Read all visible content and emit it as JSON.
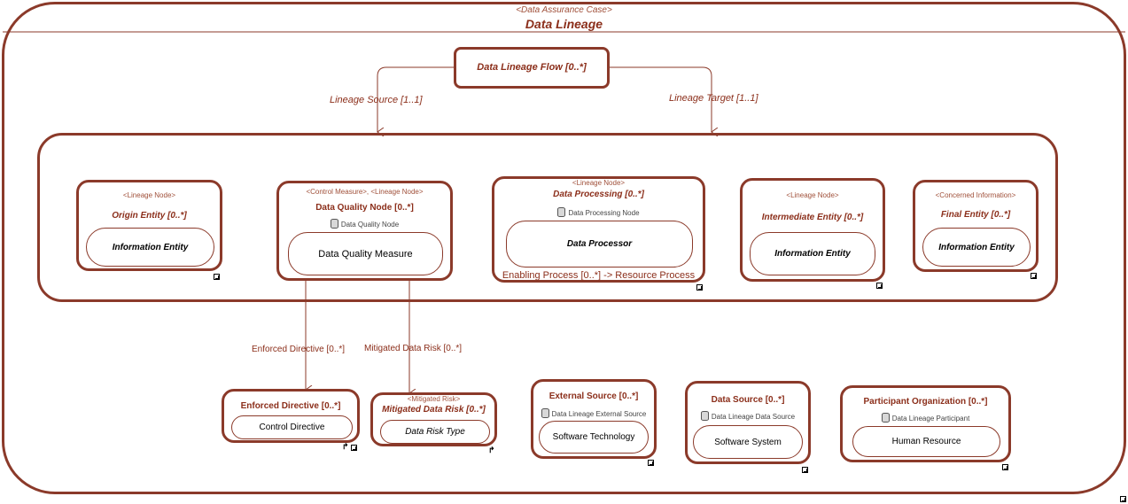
{
  "container": {
    "stereotype": "<Data Assurance Case>",
    "title": "Data Lineage"
  },
  "flow": {
    "title": "Data Lineage Flow [0..*]",
    "source_label": "Lineage Source [1..1]",
    "target_label": "Lineage Target [1..1]"
  },
  "nodes": {
    "origin": {
      "stereotype": "<Lineage Node>",
      "title": "Origin Entity [0..*]",
      "inner": "Information Entity"
    },
    "quality": {
      "stereotype": "<Control Measure>, <Lineage Node>",
      "title": "Data Quality Node [0..*]",
      "type_line": "Data Quality Node",
      "inner": "Data Quality Measure"
    },
    "processing": {
      "stereotype": "<Lineage Node>",
      "title": "Data Processing [0..*]",
      "type_line": "Data Processing Node",
      "inner": "Data Processor",
      "footer": "Enabling Process [0..*] -> Resource Process"
    },
    "intermediate": {
      "stereotype": "<Lineage Node>",
      "title": "Intermediate Entity [0..*]",
      "inner": "Information Entity"
    },
    "final": {
      "stereotype": "<Concerned Information>",
      "title": "Final Entity [0..*]",
      "inner": "Information Entity"
    }
  },
  "edges": {
    "enforced_label": "Enforced Directive [0..*]",
    "mitigated_label": "Mitigated Data Risk [0..*]"
  },
  "bottom": {
    "enforced": {
      "title": "Enforced Directive [0..*]",
      "inner": "Control Directive"
    },
    "mitigated": {
      "stereotype": "<Mitigated Risk>",
      "title": "Mitigated Data Risk [0..*]",
      "inner": "Data Risk Type"
    },
    "external": {
      "title": "External Source [0..*]",
      "type_line": "Data Lineage External Source",
      "inner": "Software Technology"
    },
    "datasource": {
      "title": "Data Source [0..*]",
      "type_line": "Data Lineage Data Source",
      "inner": "Software System"
    },
    "participant": {
      "title": "Participant Organization [0..*]",
      "type_line": "Data Lineage Participant",
      "inner": "Human Resource"
    }
  },
  "colors": {
    "border": "#8b3a2a",
    "title": "#8b2e1a",
    "stereotype": "#a0503a"
  },
  "icons": [
    "database-icon",
    "expand-icon",
    "navigate-icon"
  ]
}
